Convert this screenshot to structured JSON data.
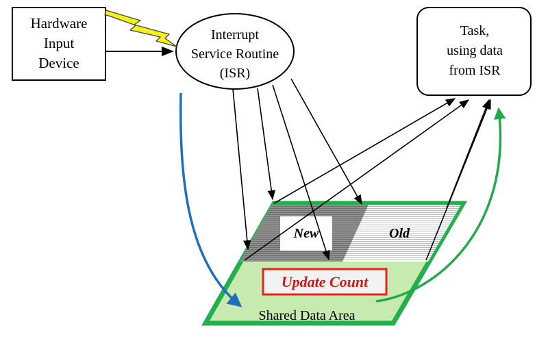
{
  "hardware_box": {
    "lines": [
      "Hardware",
      "Input",
      "Device"
    ]
  },
  "isr_ellipse": {
    "lines": [
      "Interrupt",
      "Service Routine",
      "(ISR)"
    ]
  },
  "task_box": {
    "lines": [
      "Task,",
      "using data",
      "from ISR"
    ]
  },
  "buffer": {
    "new_label": "New",
    "old_label": "Old",
    "update_count_label": "Update Count",
    "shared_area_label": "Shared Data Area"
  },
  "colors": {
    "blue_arrow": "#1f6fbf",
    "green_arrow": "#22aa4a",
    "shared_fill": "#c7eab0",
    "shared_border": "#21b04b",
    "update_border": "#e1251b",
    "update_text": "#d11a14",
    "lightning_fill": "#f2f21a"
  }
}
